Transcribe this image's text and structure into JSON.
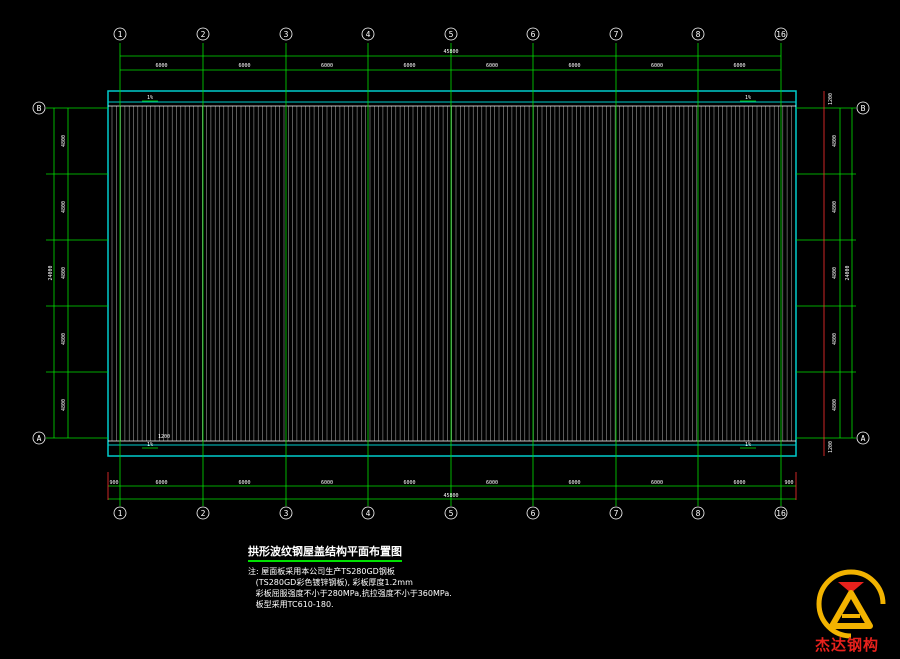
{
  "drawing": {
    "grid_top_labels": [
      "1",
      "2",
      "3",
      "4",
      "5",
      "6",
      "7",
      "8",
      "16"
    ],
    "grid_bottom_labels": [
      "1",
      "2",
      "3",
      "4",
      "5",
      "6",
      "7",
      "8",
      "16"
    ],
    "row_labels": {
      "top": "B",
      "bottom": "A"
    },
    "top_dims": [
      "6000",
      "6000",
      "6000",
      "6000",
      "6000",
      "6000",
      "6000",
      "6000"
    ],
    "top_total": "45800",
    "bottom_dims": [
      "6000",
      "6000",
      "6000",
      "6000",
      "6000",
      "6000",
      "6000",
      "6000"
    ],
    "bottom_total": "45800",
    "bottom_edge_left": "900",
    "bottom_edge_right": "900",
    "side_dims": [
      "4800",
      "4800",
      "4800",
      "4800",
      "4800"
    ],
    "side_total": "24000",
    "side_edge_top": "1200",
    "side_edge_bottom": "1200",
    "slope_marks": [
      "1%",
      "1%",
      "1%",
      "1%"
    ],
    "eave_label": "1200"
  },
  "notes": {
    "title": "拱形波纹钢屋盖结构平面布置图",
    "lines": [
      "注: 屋面板采用本公司生产TS280GD钢板",
      "   (TS280GD彩色镀锌钢板), 彩板厚度1.2mm",
      "   彩板屈服强度不小于280MPa,抗拉强度不小于360MPa.",
      "   板型采用TC610-180."
    ]
  },
  "logo": {
    "text": "杰达钢构"
  },
  "colors": {
    "grid": "#00e000",
    "frame": "#00cccc",
    "bubble": "#ffffff",
    "dim": "#ff3030",
    "background": "#000000"
  }
}
